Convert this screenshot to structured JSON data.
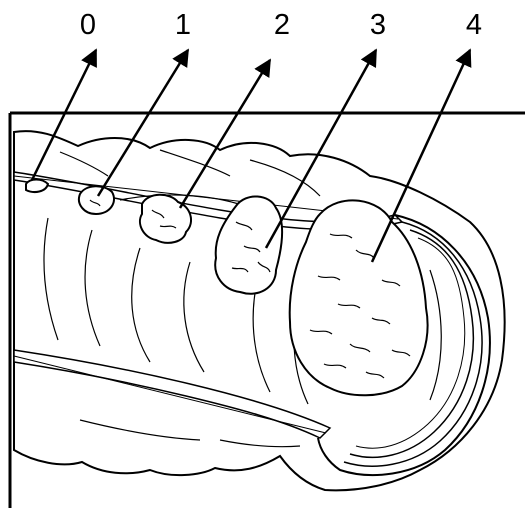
{
  "labels": [
    "0",
    "1",
    "2",
    "3",
    "4"
  ],
  "colors": {
    "ink": "#000000",
    "paper": "#ffffff"
  }
}
